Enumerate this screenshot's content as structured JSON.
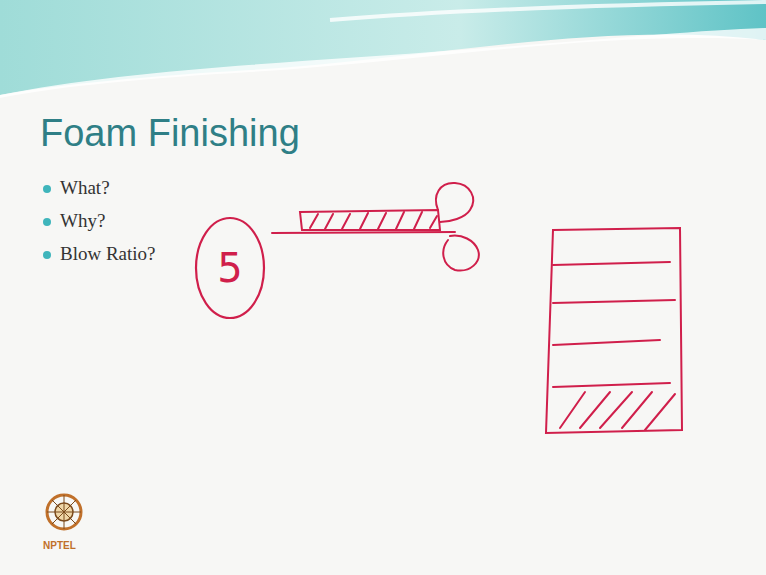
{
  "diagram": {
    "title": "Foam Finishing",
    "nodes": [
      {
        "text": [
          "5"
        ]
      }
    ],
    "labels": [
      "What?",
      "Why?",
      "Blow Ratio?",
      "NPTEL"
    ]
  }
}
